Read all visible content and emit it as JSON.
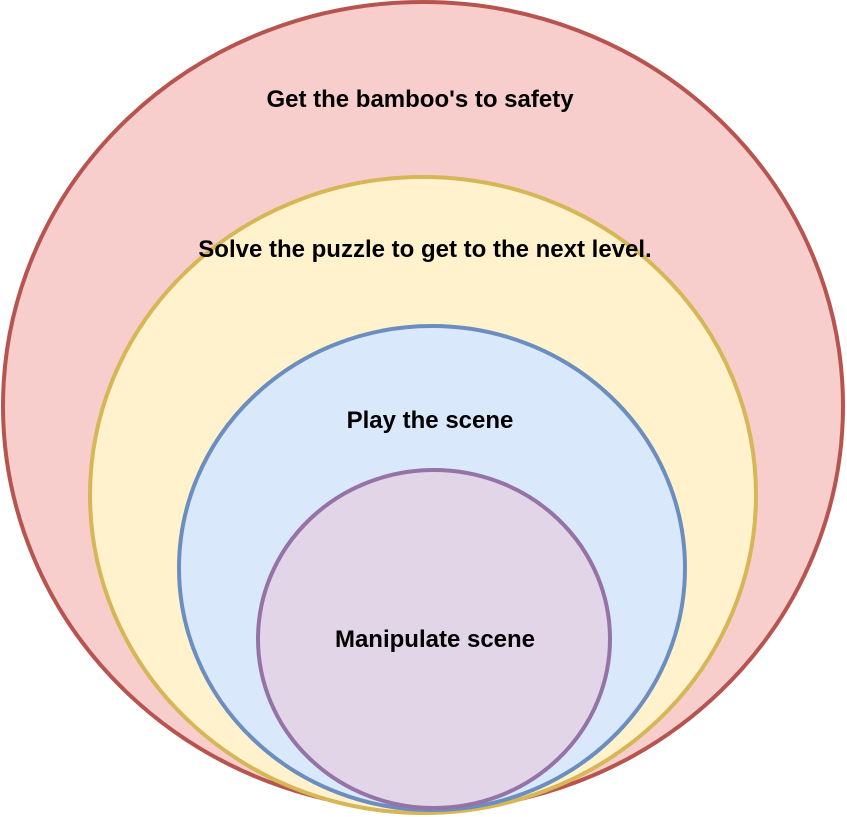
{
  "diagram": {
    "type": "nested-circles",
    "rings": [
      {
        "name": "outer",
        "label": "Get the bamboo's to safety",
        "fill": "#f8cecc",
        "stroke": "#b85450"
      },
      {
        "name": "second",
        "label": "Solve the puzzle to get to the next level.",
        "fill": "#fff2cc",
        "stroke": "#d6b656"
      },
      {
        "name": "third",
        "label": "Play the scene",
        "fill": "#dae8fc",
        "stroke": "#6c8ebf"
      },
      {
        "name": "inner",
        "label": "Manipulate scene",
        "fill": "#e1d5e7",
        "stroke": "#9673a6"
      }
    ]
  }
}
